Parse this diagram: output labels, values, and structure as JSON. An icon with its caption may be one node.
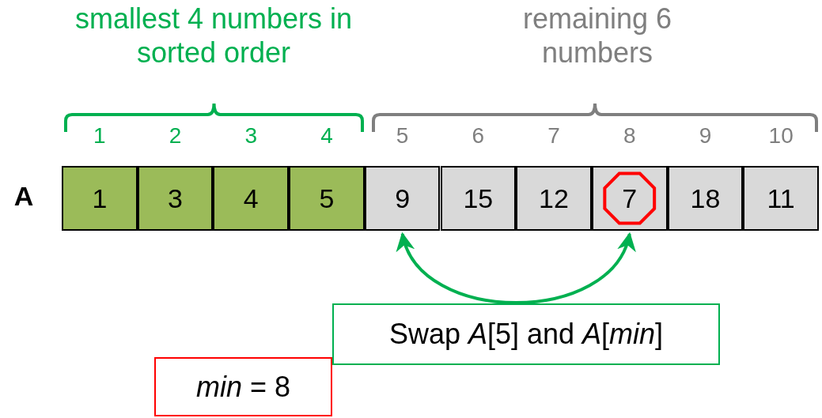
{
  "diagram": {
    "nodes": [
      {
        "text": [
          "1"
        ],
        "beside": [
          "1"
        ]
      },
      {
        "text": [
          "3"
        ],
        "beside": [
          "2"
        ]
      },
      {
        "text": [
          "4"
        ],
        "beside": [
          "3"
        ]
      },
      {
        "text": [
          "5"
        ],
        "beside": [
          "4"
        ]
      },
      {
        "text": [
          "9"
        ],
        "beside": [
          "5"
        ]
      },
      {
        "text": [
          "15"
        ],
        "beside": [
          "6"
        ]
      },
      {
        "text": [
          "12"
        ],
        "beside": [
          "7"
        ]
      },
      {
        "text": [
          "7"
        ],
        "beside": [
          "8"
        ]
      },
      {
        "text": [
          "18"
        ],
        "beside": [
          "9"
        ]
      },
      {
        "text": [
          "11"
        ],
        "beside": [
          "10"
        ]
      },
      {
        "text": [
          "Swap *A*[5] and *A*[*min*]"
        ]
      },
      {
        "text": [
          "*min* = 8"
        ]
      }
    ],
    "edges": [
      {
        "from": 4,
        "to": 7,
        "arrow": "both"
      }
    ],
    "labels": [
      "smallest 4 numbers in sorted order",
      "remaining 6 numbers",
      "A"
    ]
  }
}
